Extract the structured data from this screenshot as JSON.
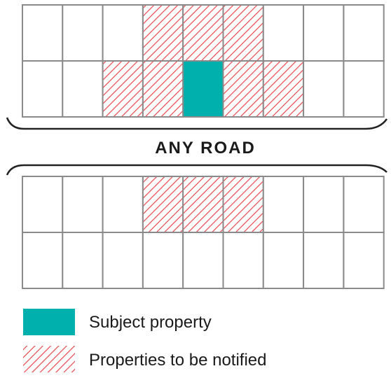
{
  "road": {
    "label": "ANY ROAD"
  },
  "colors": {
    "subject": "#00b0ad",
    "hatch": "#e8474b",
    "grid": "#8a8a8a",
    "bracket": "#222222"
  },
  "grid": {
    "columns": 9,
    "blocks": [
      {
        "name": "north-block",
        "rows": [
          [
            "empty",
            "empty",
            "empty",
            "notified",
            "notified",
            "notified",
            "empty",
            "empty",
            "empty"
          ],
          [
            "empty",
            "empty",
            "notified",
            "notified",
            "subject",
            "notified",
            "notified",
            "empty",
            "empty"
          ]
        ]
      },
      {
        "name": "south-block",
        "rows": [
          [
            "empty",
            "empty",
            "empty",
            "notified",
            "notified",
            "notified",
            "empty",
            "empty",
            "empty"
          ],
          [
            "empty",
            "empty",
            "empty",
            "empty",
            "empty",
            "empty",
            "empty",
            "empty",
            "empty"
          ]
        ]
      }
    ]
  },
  "legend": {
    "subject_label": "Subject property",
    "notified_label": "Properties to be notified"
  }
}
